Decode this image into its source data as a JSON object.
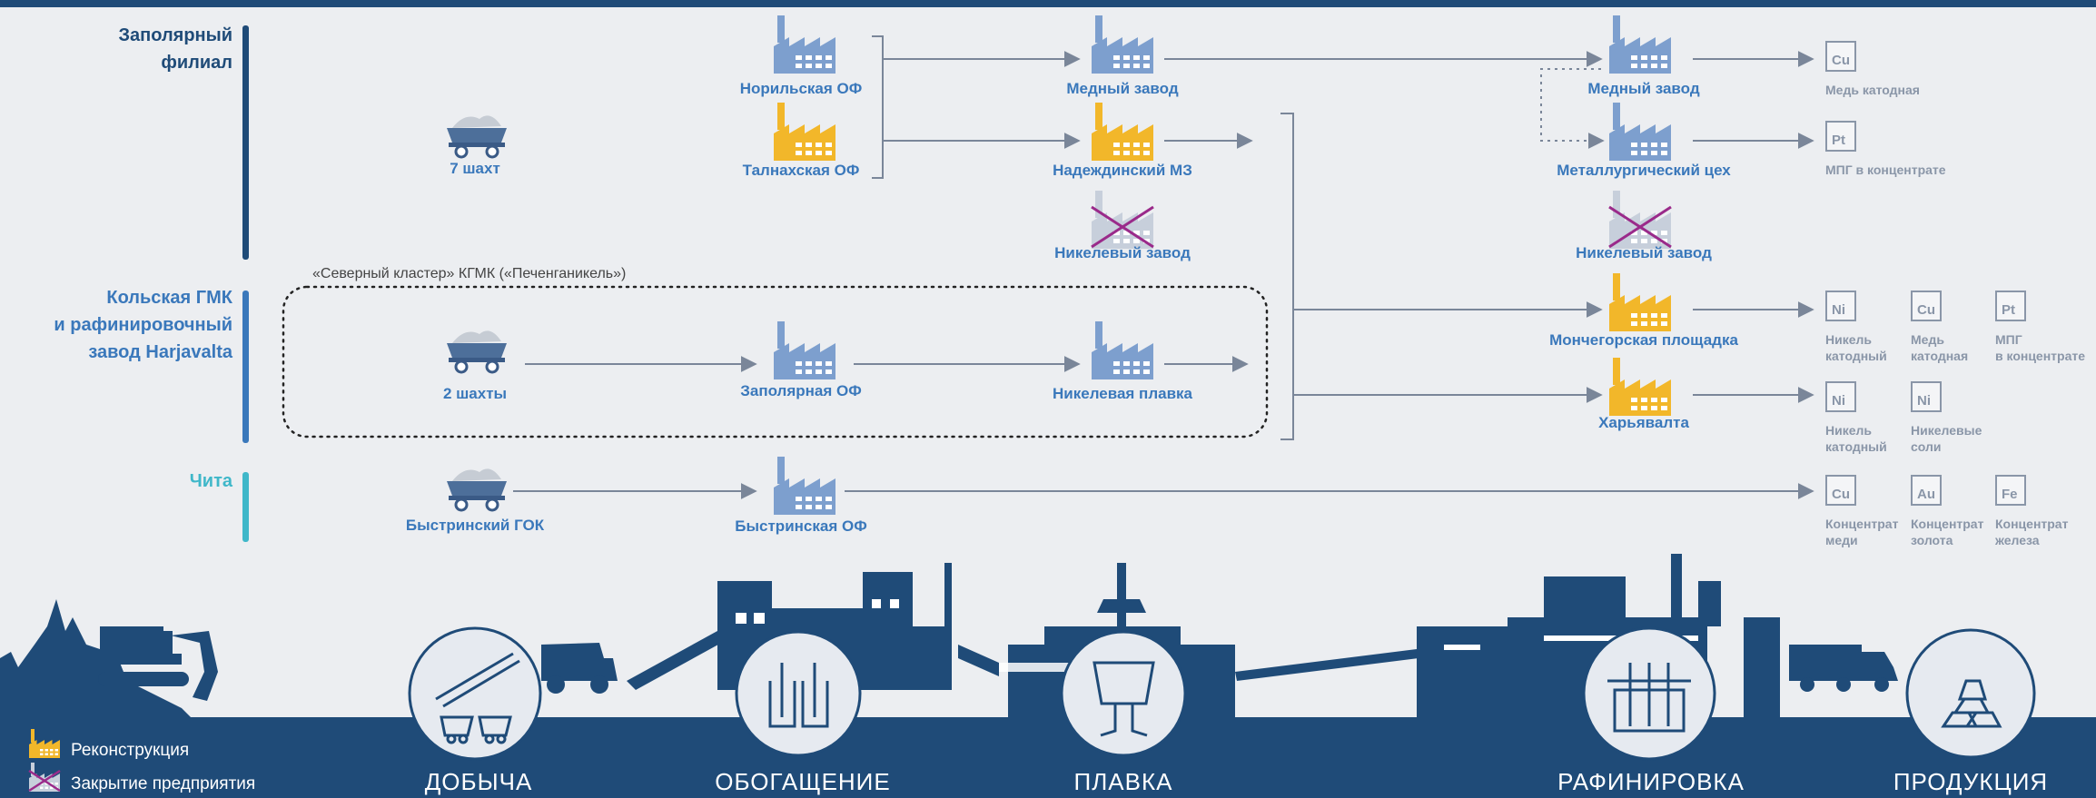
{
  "regions": {
    "polar": "Заполярный\nфилиал",
    "kola": "Кольская ГМК\nи рафинировочный\nзавод Harjavalta",
    "chita": "Чита"
  },
  "colors": {
    "navy": "#1f4b78",
    "blue": "#3a78bb",
    "teal": "#3fb7c9",
    "factory": "#7d9fce",
    "reconstruction": "#f2b72a",
    "closure": "#9a2a8a",
    "gray": "#8a96a8"
  },
  "mining": {
    "polar_mines": "7 шахт",
    "kola_mines": "2 шахты",
    "chita_mines": "Быстринский ГОК"
  },
  "beneficiation": {
    "norilsk": "Норильская ОФ",
    "talnakh": "Талнахская ОФ",
    "zapolyarnaya": "Заполярная ОФ",
    "bystrinskaya": "Быстринская ОФ"
  },
  "smelting": {
    "copper_plant": "Медный завод",
    "nadezhda": "Надеждинский МЗ",
    "nickel_plant": "Никелевый завод",
    "nickel_smelting": "Никелевая плавка"
  },
  "refining": {
    "copper_plant": "Медный завод",
    "metallurgical_shop": "Металлургический цех",
    "nickel_plant": "Никелевый завод",
    "monchegorsk": "Мончегорская площадка",
    "harjavalta": "Харьявалта"
  },
  "cluster_note": "«Северный кластер» КГМК («Печенганикель»)",
  "products": [
    {
      "symbol": "Cu",
      "label": "Медь катодная"
    },
    {
      "symbol": "Pt",
      "label": "МПГ в концентрате"
    },
    {
      "symbol": "Ni",
      "label": "Никель\nкатодный"
    },
    {
      "symbol": "Cu",
      "label": "Медь\nкатодная"
    },
    {
      "symbol": "Pt",
      "label": "МПГ\nв концентрате"
    },
    {
      "symbol": "Ni",
      "label": "Никель\nкатодный"
    },
    {
      "symbol": "Ni",
      "label": "Никелевые\nсоли"
    },
    {
      "symbol": "Cu",
      "label": "Концентрат\nмеди"
    },
    {
      "symbol": "Au",
      "label": "Концентрат\nзолота"
    },
    {
      "symbol": "Fe",
      "label": "Концентрат\nжелеза"
    }
  ],
  "stages": [
    "ДОБЫЧА",
    "ОБОГАЩЕНИЕ",
    "ПЛАВКА",
    "РАФИНИРОВКА",
    "ПРОДУКЦИЯ"
  ],
  "legend": {
    "reconstruction": "Реконструкция",
    "closure": "Закрытие предприятия"
  }
}
